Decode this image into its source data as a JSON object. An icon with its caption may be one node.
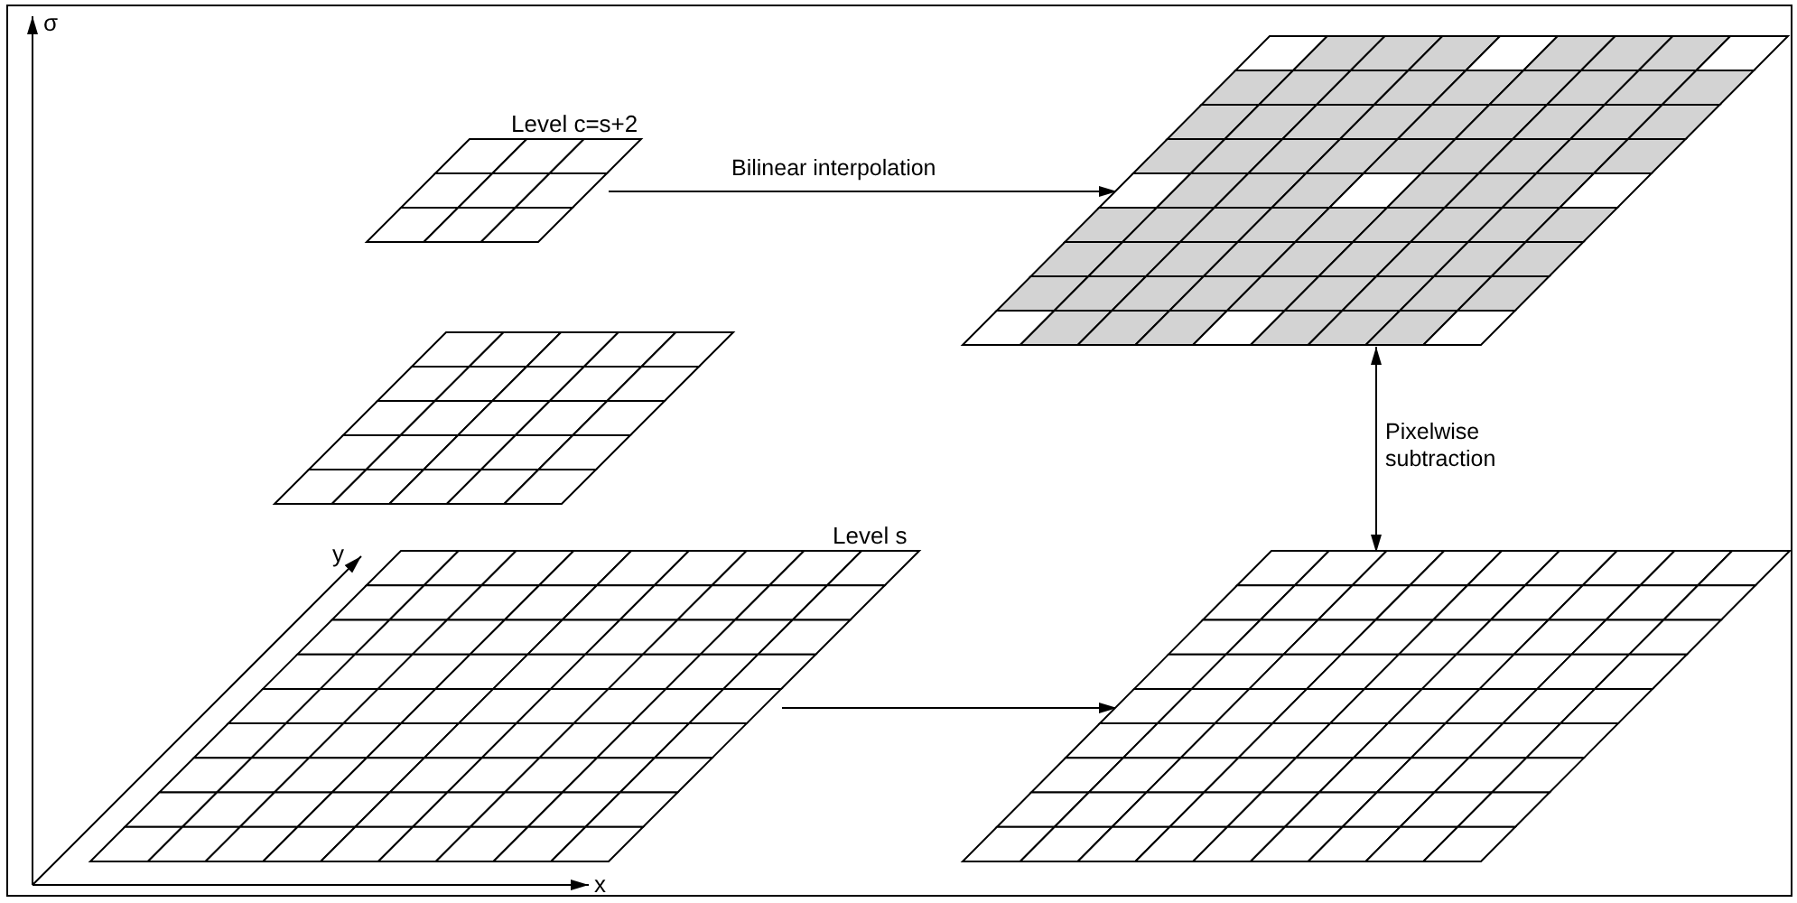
{
  "diagram": {
    "nodes": [
      {
        "text": [
          "Level c=s+2"
        ]
      },
      {
        "text": [],
        "shape": "grid"
      },
      {
        "text": [
          "Level s"
        ]
      },
      {
        "text": [],
        "shape": "grid"
      },
      {
        "text": [],
        "shape": "grid"
      }
    ],
    "edges": [
      {
        "from": 0,
        "to": 3,
        "arrow": "to",
        "label": "Bilinear interpolation"
      },
      {
        "from": 2,
        "to": 4,
        "arrow": "to"
      },
      {
        "from": 3,
        "to": 4,
        "arrow": "both",
        "label": "Pixelwise subtraction"
      }
    ],
    "labels": [
      "σ",
      "y",
      "x"
    ]
  }
}
